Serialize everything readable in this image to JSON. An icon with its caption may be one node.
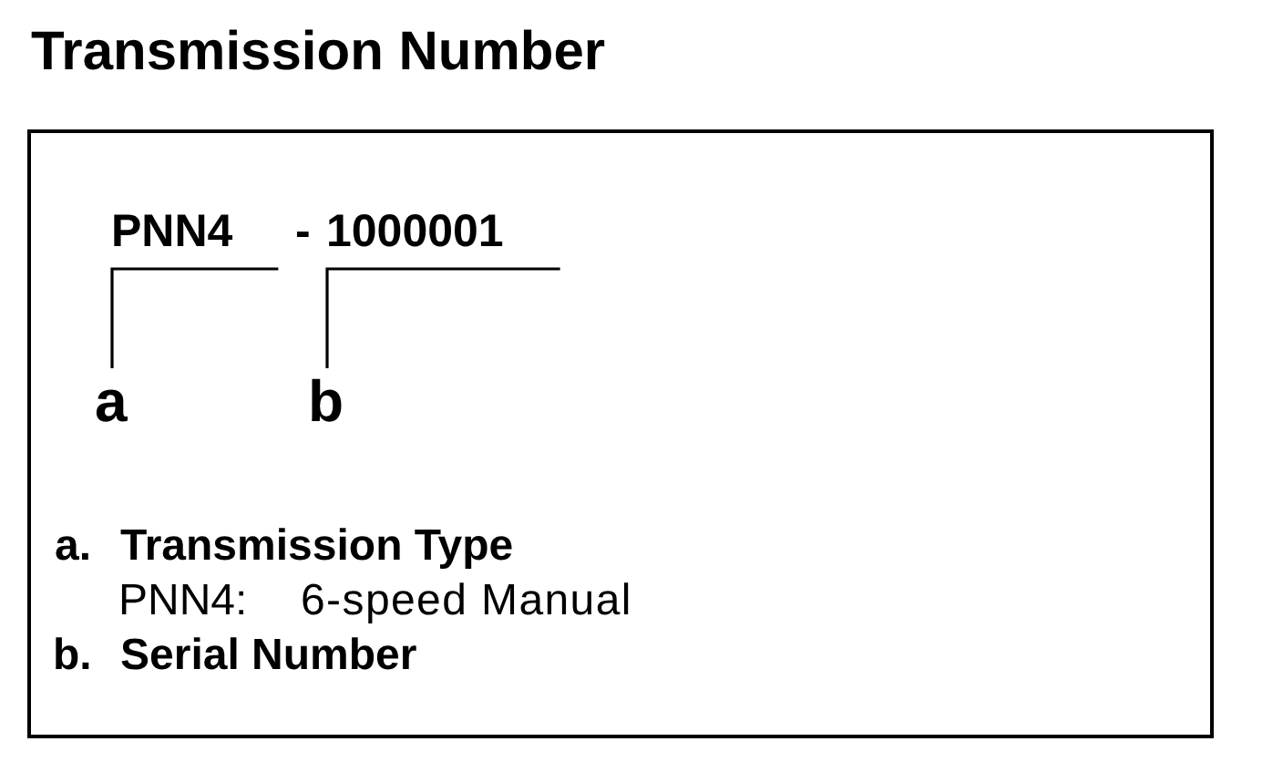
{
  "diagram": {
    "title": "Transmission Number",
    "nodes": [
      {
        "text": [
          "PNN4"
        ]
      },
      {
        "text": [
          "1000001"
        ]
      },
      {
        "text": [
          "a"
        ]
      },
      {
        "text": [
          "b"
        ]
      }
    ],
    "edges": [
      {
        "from": 2,
        "to": 0,
        "arrow": "none"
      },
      {
        "from": 3,
        "to": 1,
        "arrow": "none"
      }
    ],
    "labels": [
      "-",
      "a.",
      "Transmission Type",
      "PNN4:",
      "6-speed Manual",
      "b.",
      "Serial Number"
    ]
  }
}
